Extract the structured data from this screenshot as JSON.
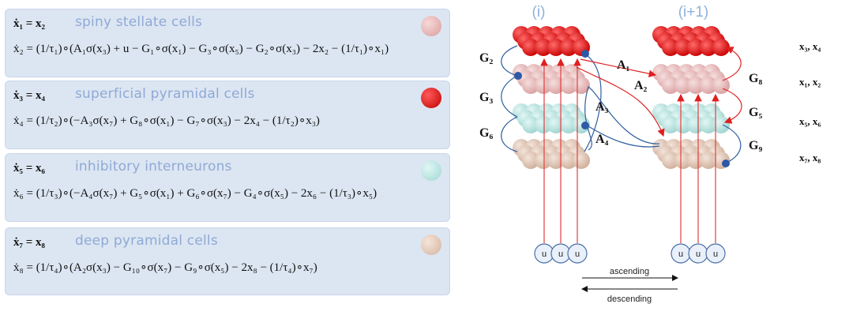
{
  "panels": [
    {
      "title": "spiny stellate cells",
      "eq1": "ẋ₁ = x₂",
      "eq2": "ẋ₂ = (1/τ₁)∘(A₁σ(x₃) + u − G₁∘σ(x₁) − G₃∘σ(x₅) − G₂∘σ(x₃) − 2x₂ − (1/τ₁)∘x₁)",
      "color": "#e9b3b3"
    },
    {
      "title": "superficial pyramidal cells",
      "eq1": "ẋ₃ = x₄",
      "eq2": "ẋ₄ = (1/τ₂)∘(−A₃σ(x₇) + G₈∘σ(x₁) − G₇∘σ(x₃) − 2x₄ − (1/τ₂)∘x₃)",
      "color": "#e00000"
    },
    {
      "title": "inhibitory interneurons",
      "eq1": "ẋ₅ = x₆",
      "eq2": "ẋ₆ = (1/τ₃)∘(−A₄σ(x₇) + G₅∘σ(x₁) + G₆∘σ(x₇) − G₄∘σ(x₅) − 2x₆ − (1/τ₃)∘x₅)",
      "color": "#b5e3e0"
    },
    {
      "title": "deep pyramidal cells",
      "eq1": "ẋ₇ = x₈",
      "eq2": "ẋ₈ = (1/τ₄)∘(A₂σ(x₃) − G₁₀∘σ(x₇) − G₉∘σ(x₅) − 2x₈ − (1/τ₄)∘x₇)",
      "color": "#e3c9b8"
    }
  ],
  "diagram": {
    "col_left": "(i)",
    "col_right": "(i+1)",
    "left_gains": [
      "G₂",
      "G₃",
      "G₆"
    ],
    "right_gains": [
      "G₈",
      "G₅",
      "G₉"
    ],
    "connections": [
      "A₁",
      "A₂",
      "A₃",
      "A₄"
    ],
    "states": [
      "x₃, x₄",
      "x₁, x₂",
      "x₅, x₆",
      "x₇, x₈"
    ],
    "input": "u",
    "ascending": "ascending",
    "descending": "descending"
  }
}
